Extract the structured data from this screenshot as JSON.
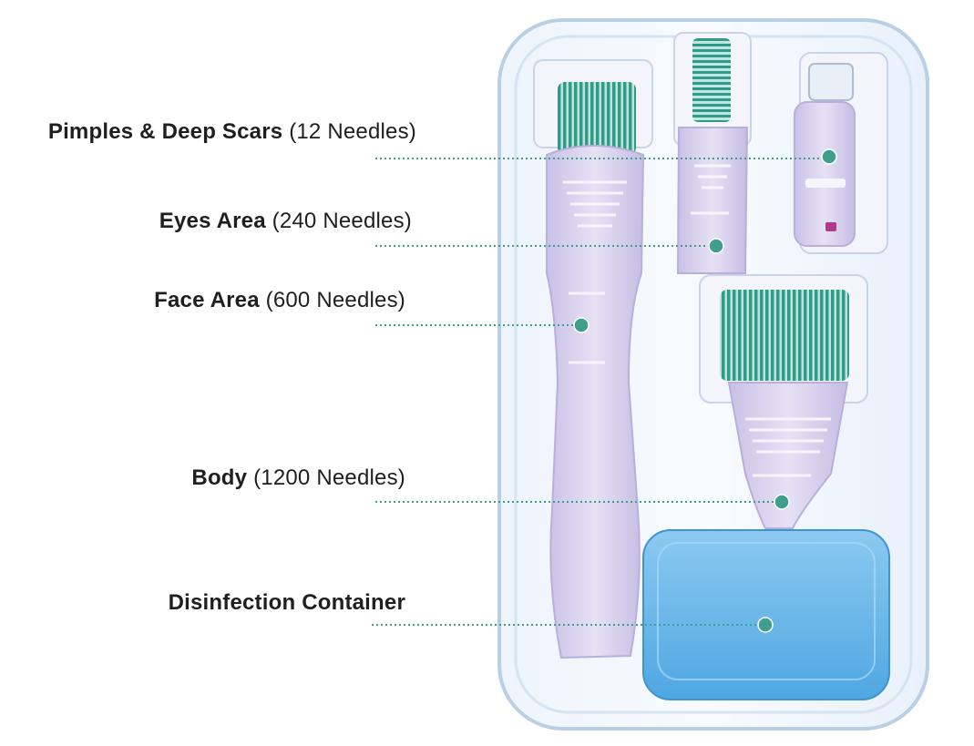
{
  "callouts": [
    {
      "name": "Pimples & Deep Scars",
      "spec": "(12 Needles)"
    },
    {
      "name": "Eyes Area",
      "spec": "(240 Needles)"
    },
    {
      "name": "Face Area",
      "spec": "(600 Needles)"
    },
    {
      "name": "Body",
      "spec": "(1200 Needles)"
    },
    {
      "name": "Disinfection Container",
      "spec": ""
    }
  ],
  "colors": {
    "accent": "#3f9e8c",
    "handle": "#d9d3ee",
    "needles": "#2f9c88",
    "container": "#6db8ea",
    "case_outline": "#b9cfe6"
  }
}
